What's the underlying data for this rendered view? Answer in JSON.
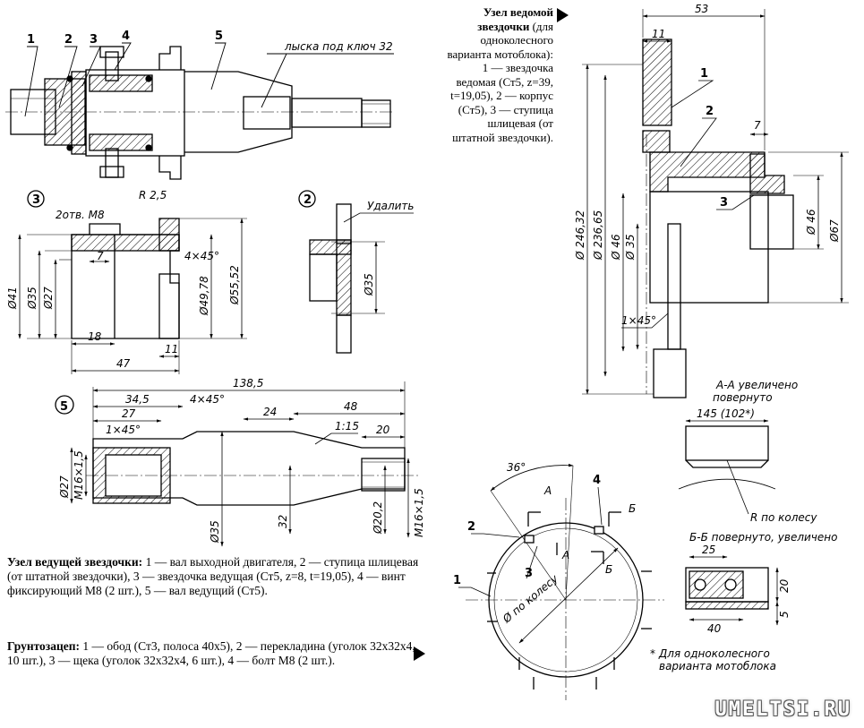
{
  "captions": {
    "driven_title": "Узел ведомой звездочки",
    "driven_text": " (для одноколесного варианта мотоблока): 1 — звездочка ведомая (Ст5, z=39, t=19,05), 2 — корпус (Ст5), 3 — ступица шлицевая (от штатной звездочки).",
    "drive_title": "Узел ведущей звездочки:",
    "drive_text": " 1 — вал выходной двигателя, 2 — ступица шлицевая (от штатной звездочки), 3 — звездочка ведущая (Ст5, z=8, t=19,05), 4 — винт фиксирующий М8 (2 шт.), 5 — вал ведущий (Ст5).",
    "grip_title": "Грунтозацеп:",
    "grip_text": " 1 — обод (Ст3, полоса 40х5), 2 — перекладина (уголок 32х32х4, 10 шт.), 3 — щека (уголок 32х32х4, 6 шт.), 4 — болт М8 (2 шт.)."
  },
  "assembly": {
    "n1": "1",
    "n2": "2",
    "n3": "3",
    "n4": "4",
    "n5": "5",
    "flat_note": "лыска под ключ 32"
  },
  "detail3": {
    "tag": "3",
    "holes": "2отв. М8",
    "radius": "R 2,5",
    "chamfer": "4×45°",
    "d41": "Ø41",
    "d35": "Ø35",
    "d27": "Ø27",
    "d4978": "Ø49,78",
    "d5552": "Ø55,52",
    "l7": "7",
    "l18": "18",
    "l11": "11",
    "l47": "47"
  },
  "detail2": {
    "tag": "2",
    "remove": "Удалить",
    "d35": "Ø35"
  },
  "detail5": {
    "tag": "5",
    "len": "138,5",
    "l345": "34,5",
    "chamfer": "4×45°",
    "l27": "27",
    "chamfer1": "1×45°",
    "l24": "24",
    "l48": "48",
    "taper": "1:15",
    "l20": "20",
    "d27": "Ø27",
    "m16a": "М16×1,5",
    "d35": "Ø35",
    "h32": "32",
    "d202": "Ø20,2",
    "m16b": "М16×1,5"
  },
  "driven": {
    "l53": "53",
    "l11": "11",
    "l7": "7",
    "n1": "1",
    "n2": "2",
    "n3": "3",
    "d24632": "Ø 246,32",
    "d23665": "Ø 236,65",
    "d46": "Ø 46",
    "d35": "Ø 35",
    "d46r": "Ø 46",
    "d67": "Ø67",
    "chamfer": "1×45°"
  },
  "wheel": {
    "angle": "36°",
    "secA": "А",
    "secB": "Б",
    "n1": "1",
    "n2": "2",
    "n3": "3",
    "n4": "4",
    "d_wheel": "Ø по колесу"
  },
  "sectionAA": {
    "title": "А-А увеличено",
    "sub": "повернуто",
    "width": "145 (102*)",
    "radius": "R по колесу"
  },
  "sectionBB": {
    "title": "Б-Б повернуто, увеличено",
    "w25": "25",
    "w40": "40",
    "h20": "20",
    "h5": "5"
  },
  "footnote": {
    "line1": "* Для одноколесного",
    "line2": "варианта мотоблока"
  },
  "watermark": "UMELTSI.RU"
}
